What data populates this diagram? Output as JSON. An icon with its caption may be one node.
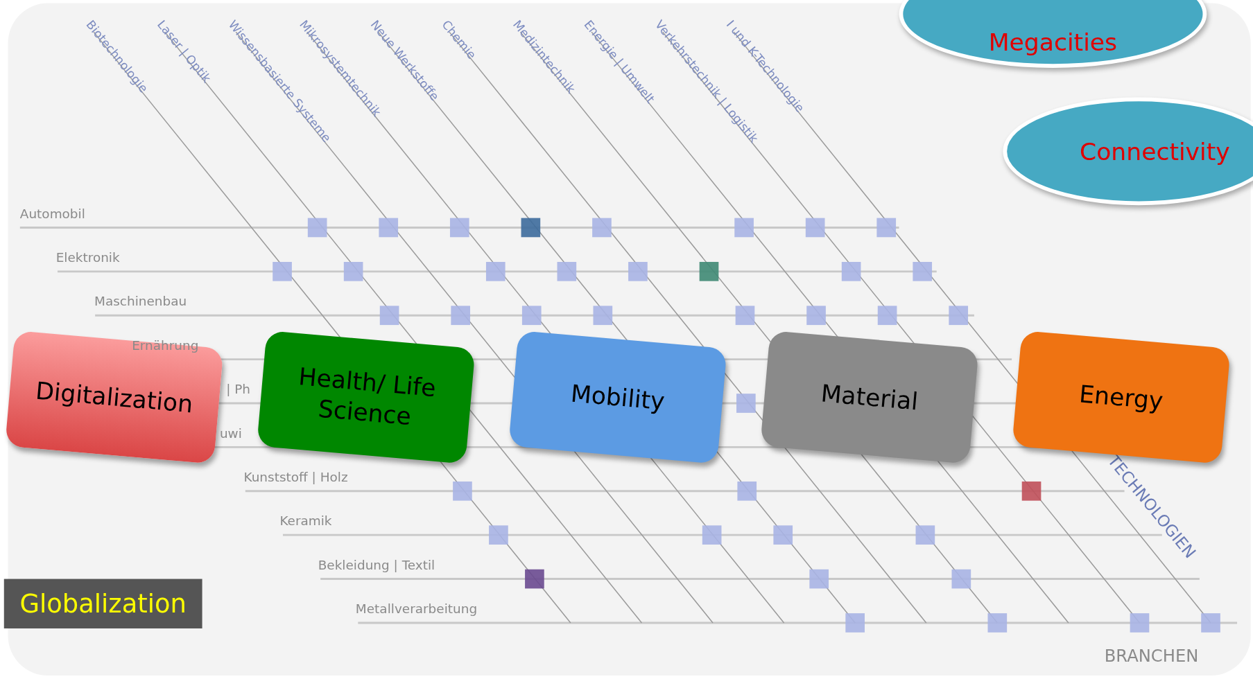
{
  "diagram": {
    "nodes": [
      {
        "text": [
          "Megacities"
        ]
      },
      {
        "text": [
          "Connectivity"
        ]
      },
      {
        "text": [
          "Digitalization"
        ]
      },
      {
        "text": [
          "Health/ Life Science"
        ]
      },
      {
        "text": [
          "Mobility"
        ]
      },
      {
        "text": [
          "Material"
        ]
      },
      {
        "text": [
          "Energy"
        ]
      },
      {
        "text": [
          "Globalization"
        ]
      }
    ],
    "edges": [],
    "labels": [
      "Biotechnologie",
      "Laser | Optik",
      "Wissensbasierte Systeme",
      "Mikrosystemtechnik",
      "Neue Werkstoffe",
      "Chemie",
      "Medizintechnik",
      "Energie | Umwelt",
      "Verkehrstechnik | Logistik",
      "I und K-Technologie",
      "Automobil",
      "Elektronik",
      "Maschinenbau",
      "Ernährung",
      "| Ph",
      "uwi",
      "Kunststoff | Holz",
      "Keramik",
      "Bekleidung | Textil",
      "Metallverarbeitung",
      "TECHNOLOGIEN",
      "BRANCHEN"
    ]
  }
}
